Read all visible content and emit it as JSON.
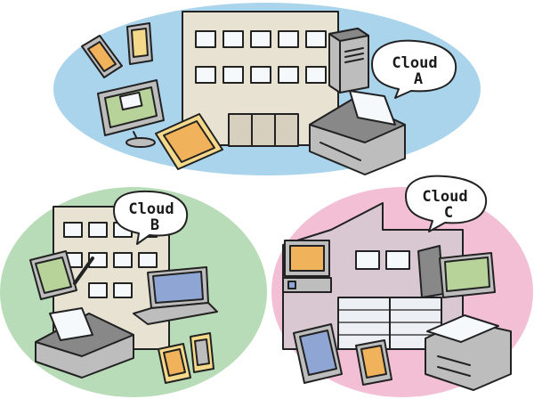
{
  "clouds": [
    {
      "id": "a",
      "line1": "Cloud",
      "line2": "A",
      "bg_color": "#a9d4ec"
    },
    {
      "id": "b",
      "line1": "Cloud",
      "line2": "B",
      "bg_color": "#b9dcb8"
    },
    {
      "id": "c",
      "line1": "Cloud",
      "line2": "C",
      "bg_color": "#f3bfd4"
    }
  ],
  "palette": {
    "building": "#e8e2d3",
    "building_shade": "#d7cfbd",
    "window": "#f6f9fc",
    "screen_green": "#b7d39a",
    "screen_blue": "#8fa6d4",
    "tablet_orange": "#f0b25a",
    "tablet_yellow": "#f5d98a",
    "device_gray": "#bdbdbd",
    "device_dark": "#888888",
    "factory": "#d9c8d2",
    "door": "#eceff4",
    "ink": "#222222"
  }
}
